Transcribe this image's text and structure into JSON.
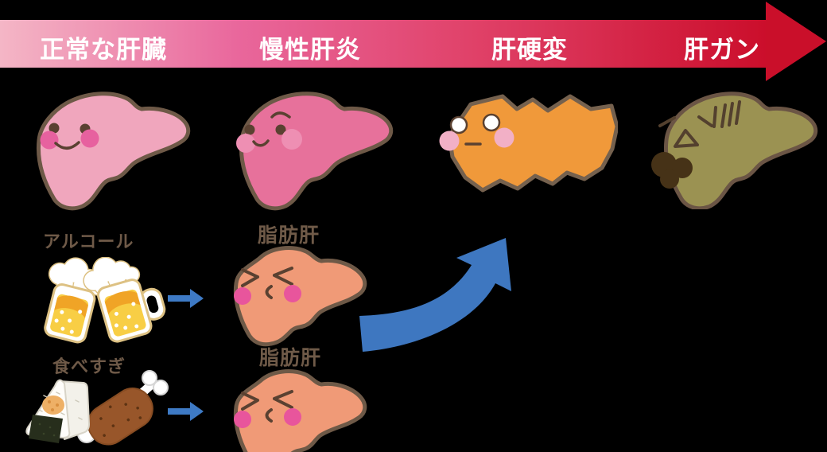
{
  "background_color": "#000000",
  "banner": {
    "stages": [
      {
        "label": "正常な肝臓"
      },
      {
        "label": "慢性肝炎"
      },
      {
        "label": "肝硬変"
      },
      {
        "label": "肝ガン"
      }
    ],
    "text_color": "#ffffff",
    "gradient_colors": [
      "#f4b6c6",
      "#e9679c",
      "#e04168",
      "#cb0e2b"
    ],
    "arrowhead_color": "#ca0f2a"
  },
  "stages_row": [
    {
      "name": "normal-liver",
      "color": "#f0a6bd",
      "expression": "smiling"
    },
    {
      "name": "chronic-hepatitis-liver",
      "color": "#e7719b",
      "expression": "worried"
    },
    {
      "name": "cirrhosis-liver",
      "color": "#f0993a",
      "expression": "blank-shock"
    },
    {
      "name": "liver-cancer",
      "color": "#9b9252",
      "expression": "pained",
      "tumor_color": "#463217"
    }
  ],
  "causes": [
    {
      "label": "アルコール",
      "illustration": "beer-mugs",
      "result_label": "脂肪肝"
    },
    {
      "label": "食べすぎ",
      "illustration": "rice-ball-and-meat",
      "result_label": "脂肪肝"
    }
  ],
  "fatty_liver": {
    "color": "#f09a77",
    "expression": "squeezed"
  },
  "arrows": {
    "small_color": "#3e7ac5",
    "curved_color": "#3e77c0"
  },
  "label_color": "#6f5a48"
}
